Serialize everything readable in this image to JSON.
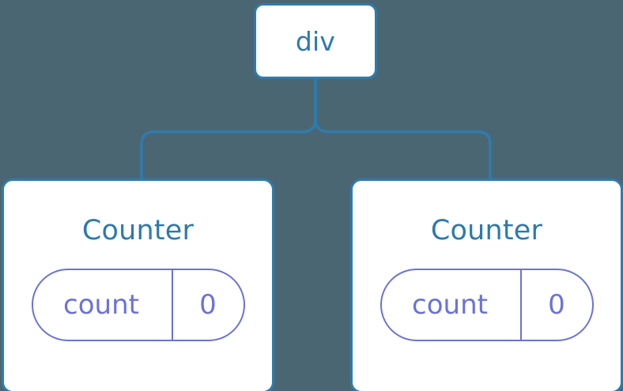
{
  "diagram": {
    "type": "component-tree",
    "background_color": "#4b6673",
    "node_border_color": "#2e7cad",
    "node_text_color": "#2c7aad",
    "state_color": "#6b72d8",
    "connector_color": "#2e7cad",
    "root": {
      "label": "div"
    },
    "children": [
      {
        "label": "Counter",
        "state": {
          "key": "count",
          "value": "0"
        }
      },
      {
        "label": "Counter",
        "state": {
          "key": "count",
          "value": "0"
        }
      }
    ]
  }
}
